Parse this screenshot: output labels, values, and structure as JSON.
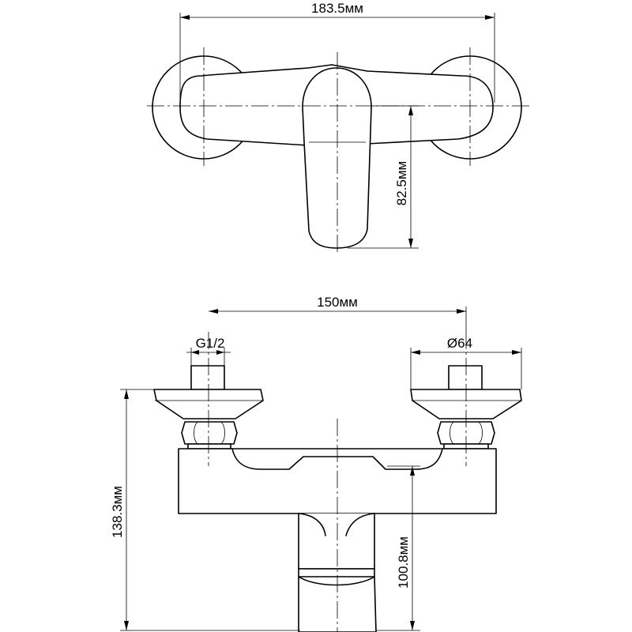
{
  "dimensions": {
    "top_width": "183.5мм",
    "top_height": "82.5мм",
    "front_width": "150мм",
    "thread": "G1/2",
    "diameter": "Ø64",
    "total_height": "138.3мм",
    "spout_height": "100.8мм"
  }
}
